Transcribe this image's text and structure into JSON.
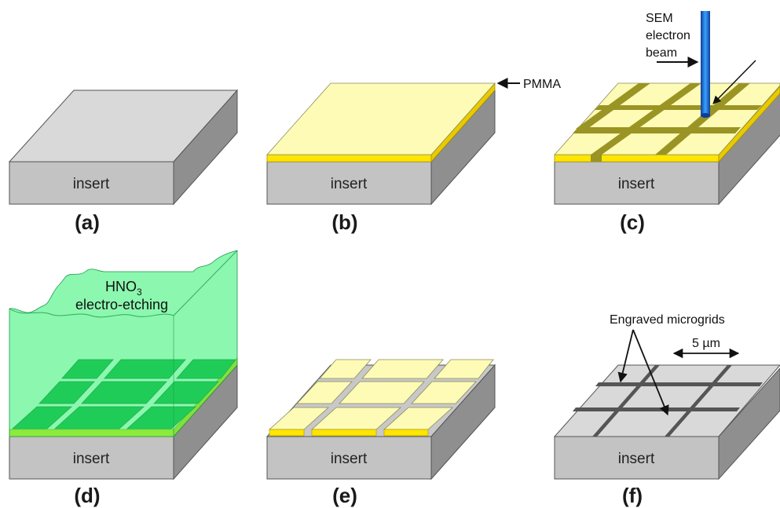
{
  "block_label": "insert",
  "panels": [
    {
      "id": "a",
      "label": "(a)"
    },
    {
      "id": "b",
      "label": "(b)"
    },
    {
      "id": "c",
      "label": "(c)"
    },
    {
      "id": "d",
      "label": "(d)"
    },
    {
      "id": "e",
      "label": "(e)"
    },
    {
      "id": "f",
      "label": "(f)"
    }
  ],
  "annotations": {
    "pmma": "PMMA",
    "sem_line1": "SEM",
    "sem_line2": "electron",
    "sem_line3": "beam",
    "etch_chem": "HNO",
    "etch_sub": "3",
    "etch_line2": "electro-etching",
    "engraved": "Engraved microgrids",
    "scale": "5 µm"
  },
  "colors": {
    "steel_top": "#d9d9d9",
    "steel_front": "#c3c3c3",
    "steel_side": "#8f8f8f",
    "pmma_top": "#fdfbb6",
    "pmma_edge": "#ffe500",
    "groove": "#8e8a1e",
    "etchant": "#2ef06e",
    "etch_dark": "#0a9d3c",
    "beam": "#1a6fd6"
  }
}
